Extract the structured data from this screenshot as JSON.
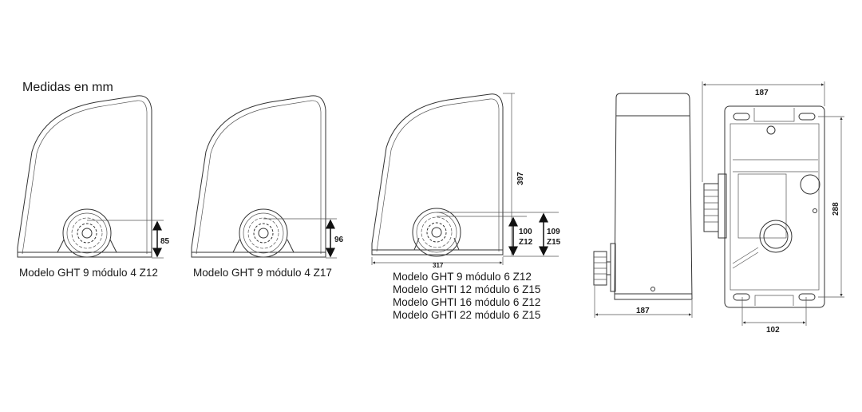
{
  "title": "Medidas en mm",
  "views": [
    {
      "caption": [
        "Modelo GHT 9 módulo 4 Z12"
      ],
      "dims": {
        "gear_height": "85"
      }
    },
    {
      "caption": [
        "Modelo GHT 9 módulo 4 Z17"
      ],
      "dims": {
        "gear_height": "96"
      }
    },
    {
      "caption": [
        "Modelo GHT 9 módulo 6 Z12",
        "Modelo GHTI 12 módulo 6 Z15",
        "Modelo GHTI 16 módulo 6 Z12",
        "Modelo GHTI 22 módulo 6 Z15"
      ],
      "dims": {
        "height": "397",
        "length": "317",
        "z12_value": "100",
        "z12_label": "Z12",
        "z15_value": "109",
        "z15_label": "Z15"
      }
    },
    {
      "caption": [],
      "dims": {
        "width": "187"
      }
    },
    {
      "caption": [],
      "dims": {
        "width": "187",
        "hole_spacing_long": "288",
        "hole_spacing_short": "102"
      }
    }
  ]
}
